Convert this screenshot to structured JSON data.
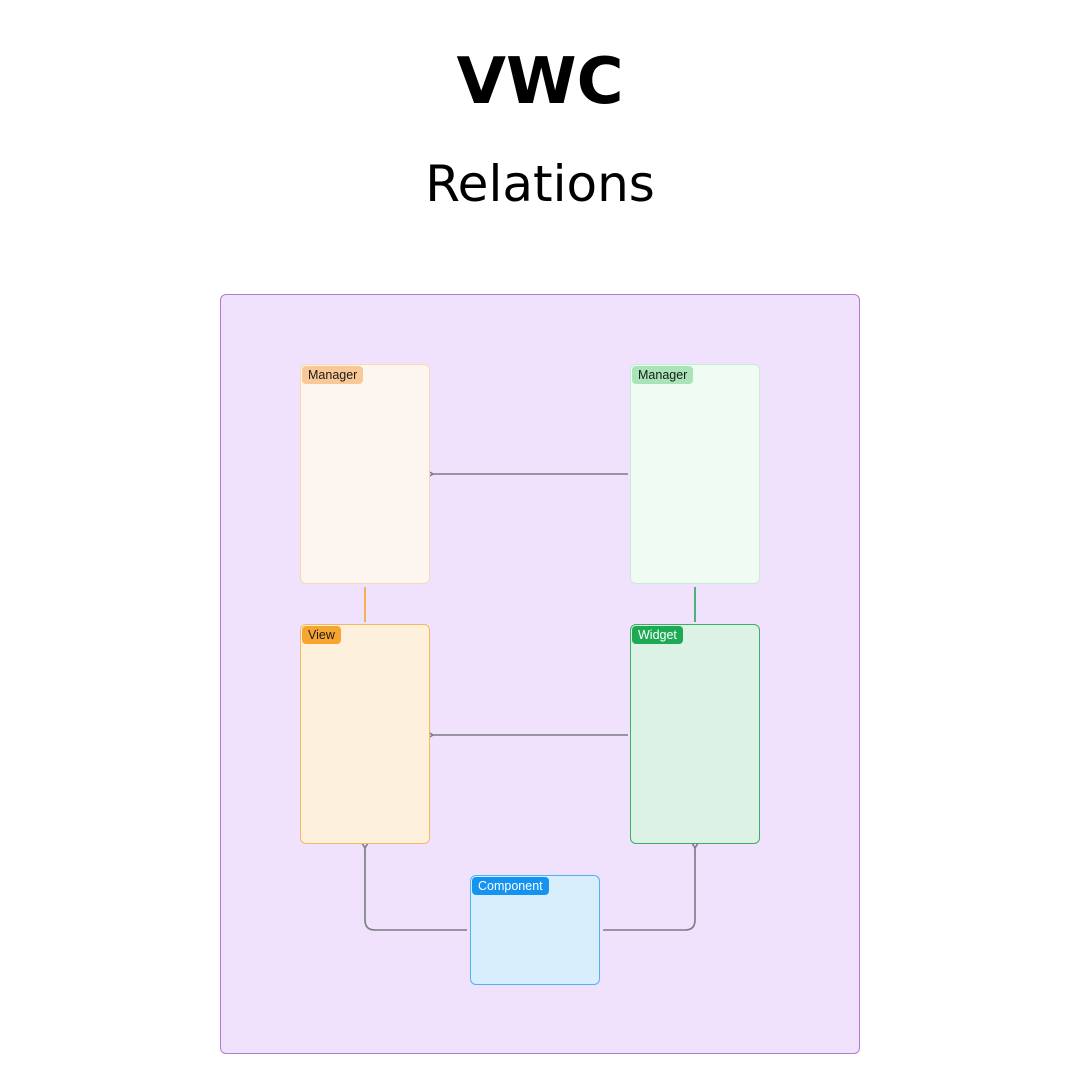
{
  "header": {
    "title": "VWC",
    "subtitle": "Relations"
  },
  "nodes": {
    "manager_left": {
      "label": "Manager"
    },
    "manager_right": {
      "label": "Manager"
    },
    "view": {
      "label": "View"
    },
    "widget": {
      "label": "Widget"
    },
    "component": {
      "label": "Component"
    }
  },
  "edges": [
    {
      "from": "Manager (right)",
      "to": "Manager (left)",
      "style": "arrow"
    },
    {
      "from": "Widget",
      "to": "View",
      "style": "arrow"
    },
    {
      "from": "Manager (left)",
      "to": "View",
      "style": "line"
    },
    {
      "from": "Manager (right)",
      "to": "Widget",
      "style": "line"
    },
    {
      "from": "Component",
      "to": "View",
      "style": "arrow"
    },
    {
      "from": "Component",
      "to": "Widget",
      "style": "arrow"
    }
  ],
  "colors": {
    "canvas_bg": "#f0e2fc",
    "canvas_border": "#b07ad8",
    "arrow": "#7a7a85",
    "orange_link": "#f5a623",
    "green_link": "#1eaa55"
  }
}
